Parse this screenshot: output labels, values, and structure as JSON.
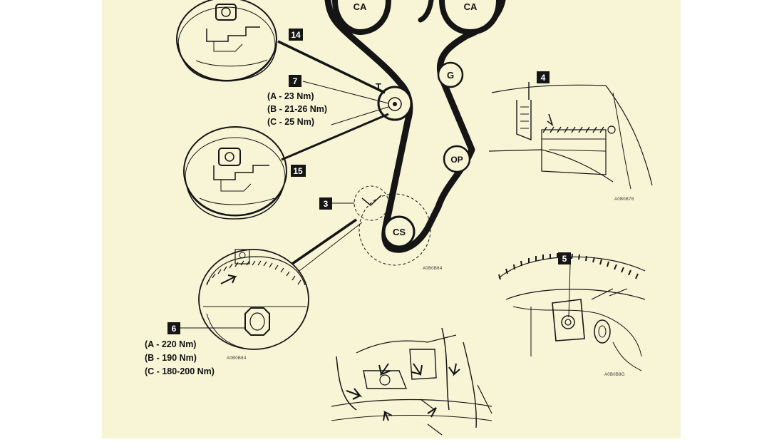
{
  "colors": {
    "panel": "#f8f5d6",
    "ink": "#111111",
    "belt": "#151515"
  },
  "pulleys": {
    "cam_left": "CA",
    "cam_right": "CA",
    "tensioner_mark": "T",
    "idler": "G",
    "oil_pump": "OP",
    "crank": "CS"
  },
  "callouts": {
    "c14": "14",
    "c7": "7",
    "c15": "15",
    "c3": "3",
    "c4": "4",
    "c5": "5",
    "c6": "6"
  },
  "torque_7": [
    "(A - 23 Nm)",
    "(B - 21-26 Nm)",
    "(C - 25 Nm)"
  ],
  "torque_6": [
    "(A - 220 Nm)",
    "(B - 190 Nm)",
    "(C - 180-200 Nm)"
  ],
  "figure_codes": {
    "main": "A0B0B64",
    "detail_4": "A0B0B78",
    "detail_6": "A0B0B84",
    "detail_5": "A0B0B8G"
  }
}
